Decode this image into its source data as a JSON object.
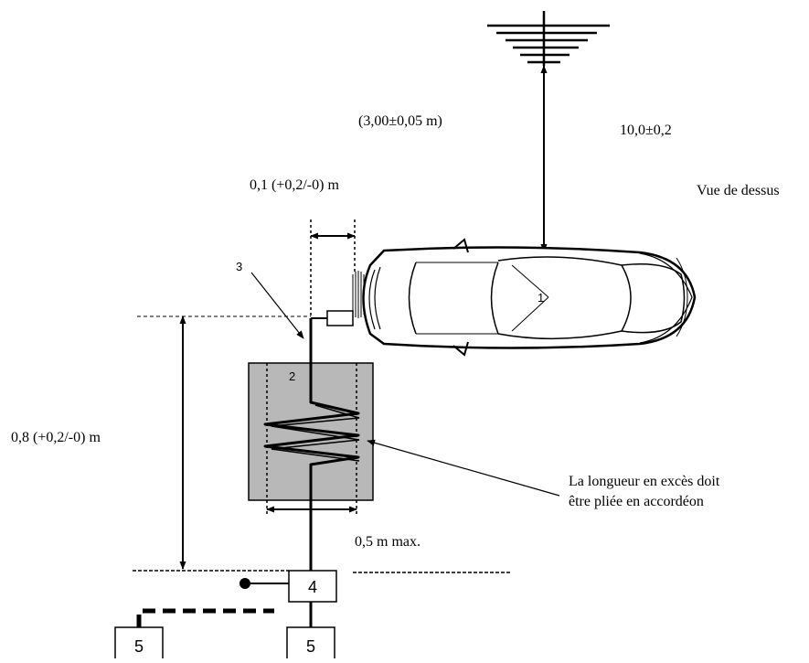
{
  "labels": {
    "distance_short": "(3,00±0,05 m)",
    "distance_long": "10,0±0,2",
    "view": "Vue de dessus",
    "offset": "0,1 (+0,2/-0) m",
    "height": "0,8 (+0,2/-0) m",
    "note_line1": "La longueur en excès doit",
    "note_line2": "être pliée en accordéon",
    "width_max": "0,5 m max."
  },
  "callouts": {
    "vehicle": "1",
    "box": "2",
    "cable": "3",
    "device_top": "4",
    "device_left": "5",
    "device_bottom": "5"
  },
  "colors": {
    "box_fill": "#b8b8b8",
    "line": "#000000"
  }
}
